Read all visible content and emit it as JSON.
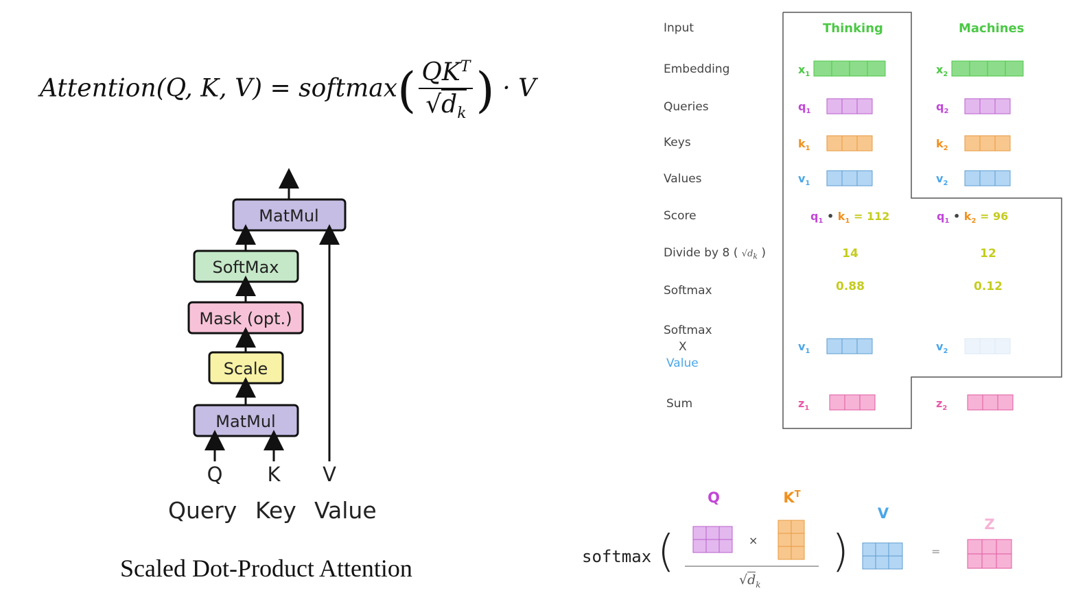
{
  "formula": {
    "lhs": "Attention(Q, K, V) = softmax",
    "numerator": "QK",
    "numerator_sup": "T",
    "denominator_sqrt": "d",
    "denominator_sub": "k",
    "tail": "· V"
  },
  "block_diagram": {
    "boxes": [
      {
        "label": "MatMul",
        "color": "#c5bde3"
      },
      {
        "label": "SoftMax",
        "color": "#c5e8c8"
      },
      {
        "label": "Mask (opt.)",
        "color": "#f7c2d7"
      },
      {
        "label": "Scale",
        "color": "#f7f2a6"
      },
      {
        "label": "MatMul",
        "color": "#c5bde3"
      }
    ],
    "inputs": [
      "Q",
      "K",
      "V"
    ],
    "input_words": [
      "Query",
      "Key",
      "Value"
    ],
    "caption": "Scaled Dot-Product Attention"
  },
  "worked_example": {
    "row_labels": {
      "input": "Input",
      "embedding": "Embedding",
      "queries": "Queries",
      "keys": "Keys",
      "values": "Values",
      "score": "Score",
      "divide": "Divide by 8 (",
      "divide_sqrt": "d",
      "divide_sub": "k",
      "divide_close": ")",
      "softmax": "Softmax",
      "softmax_x_1": "Softmax",
      "softmax_x_2": "X",
      "softmax_x_3": "Value",
      "sum": "Sum"
    },
    "columns": [
      {
        "word": "Thinking",
        "x": "x",
        "x_sub": "1",
        "q": "q",
        "q_sub": "1",
        "k": "k",
        "k_sub": "1",
        "v": "v",
        "v_sub": "1",
        "score_q": "q",
        "score_q_sub": "1",
        "score_k": "k",
        "score_k_sub": "1",
        "score_value": "= 112",
        "divided": "14",
        "softmax": "0.88",
        "wv": "v",
        "wv_sub": "1",
        "z": "z",
        "z_sub": "1"
      },
      {
        "word": "Machines",
        "x": "x",
        "x_sub": "2",
        "q": "q",
        "q_sub": "2",
        "k": "k",
        "k_sub": "2",
        "v": "v",
        "v_sub": "2",
        "score_q": "q",
        "score_q_sub": "1",
        "score_k": "k",
        "score_k_sub": "2",
        "score_value": "= 96",
        "divided": "12",
        "softmax": "0.12",
        "wv": "v",
        "wv_sub": "2",
        "z": "z",
        "z_sub": "2"
      }
    ],
    "colors": {
      "green": "#4cc846",
      "purple": "#c146d6",
      "orange": "#f0901e",
      "blue": "#4aa6e8",
      "pink": "#e85aa8",
      "yellow": "#c5cc1f"
    }
  },
  "matrix_formula": {
    "softmax_label": "softmax",
    "q_label": "Q",
    "kt_label": "K",
    "kt_sup": "T",
    "times": "×",
    "sqrt": "d",
    "sqrt_sub": "k",
    "v_label": "V",
    "equals": "=",
    "z_label": "Z"
  }
}
